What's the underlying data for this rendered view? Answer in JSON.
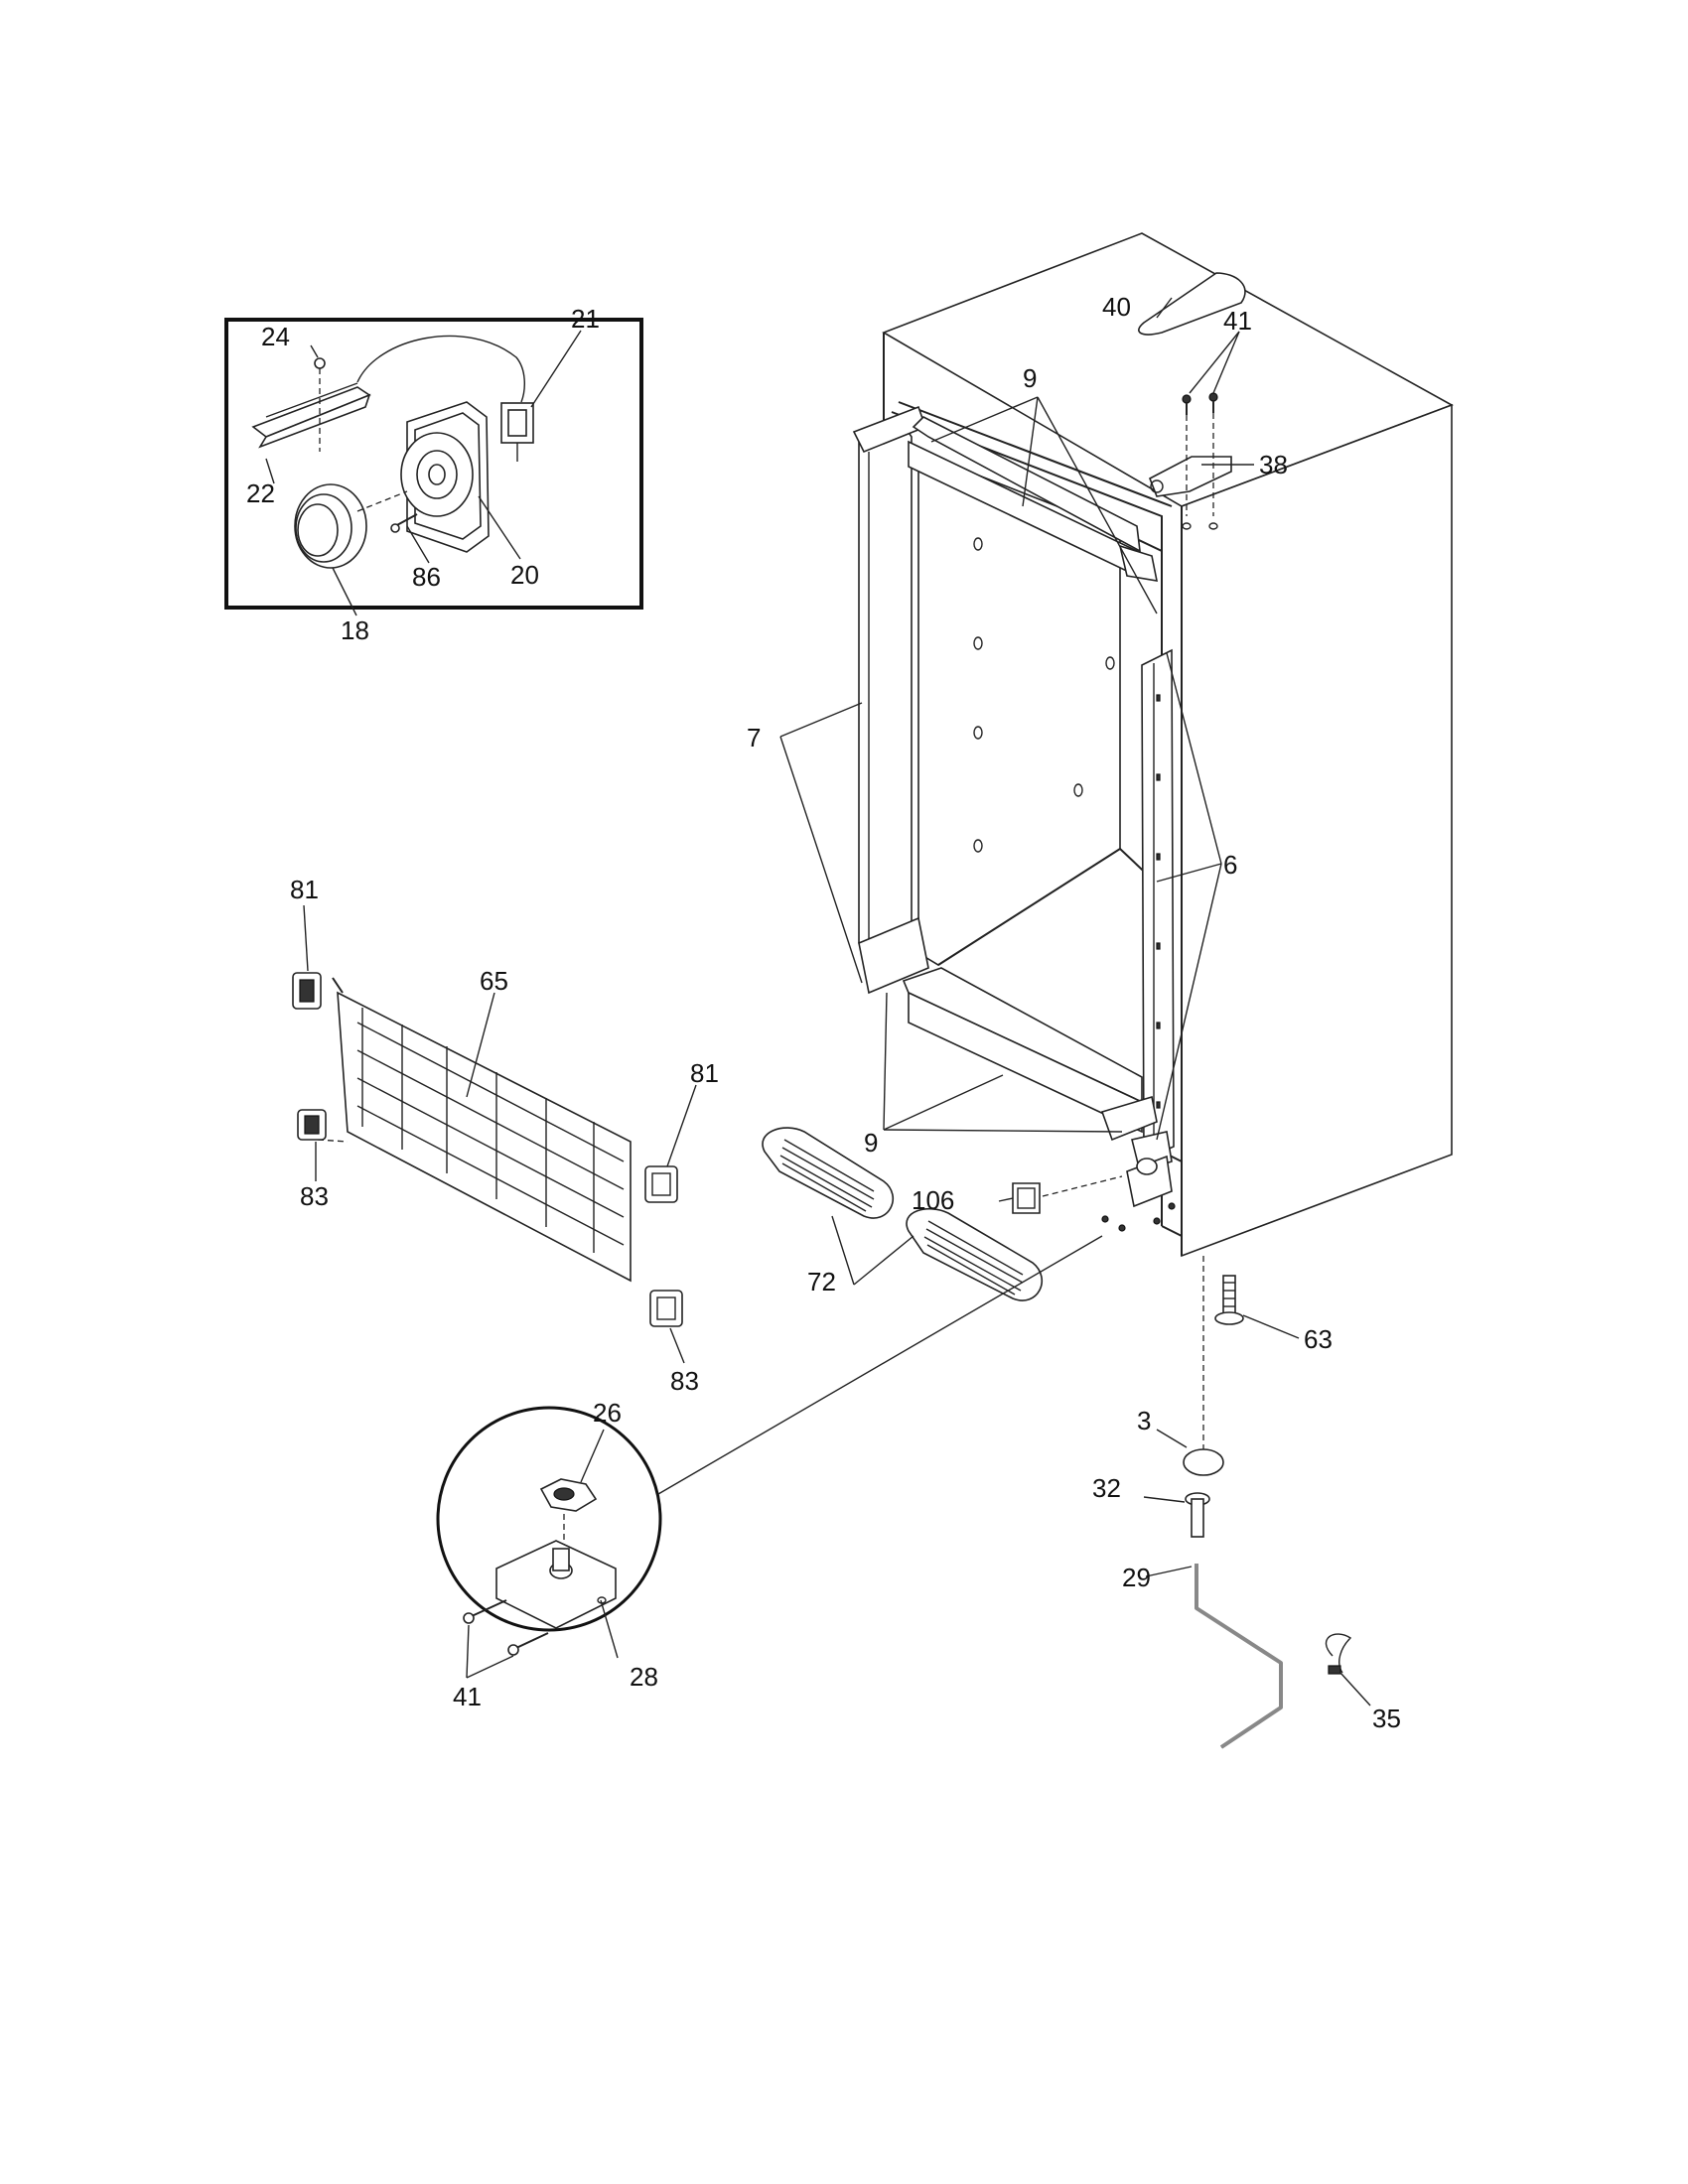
{
  "labels": {
    "l3": "3",
    "l6": "6",
    "l7": "7",
    "l9a": "9",
    "l9b": "9",
    "l18": "18",
    "l20": "20",
    "l21": "21",
    "l22": "22",
    "l24": "24",
    "l26": "26",
    "l28": "28",
    "l29": "29",
    "l32": "32",
    "l35": "35",
    "l38": "38",
    "l40": "40",
    "l41a": "41",
    "l41b": "41",
    "l63": "63",
    "l65": "65",
    "l72": "72",
    "l81a": "81",
    "l81b": "81",
    "l83a": "83",
    "l83b": "83",
    "l86": "86",
    "l106": "106"
  },
  "colors": {
    "line": "#222222",
    "background": "#ffffff"
  }
}
